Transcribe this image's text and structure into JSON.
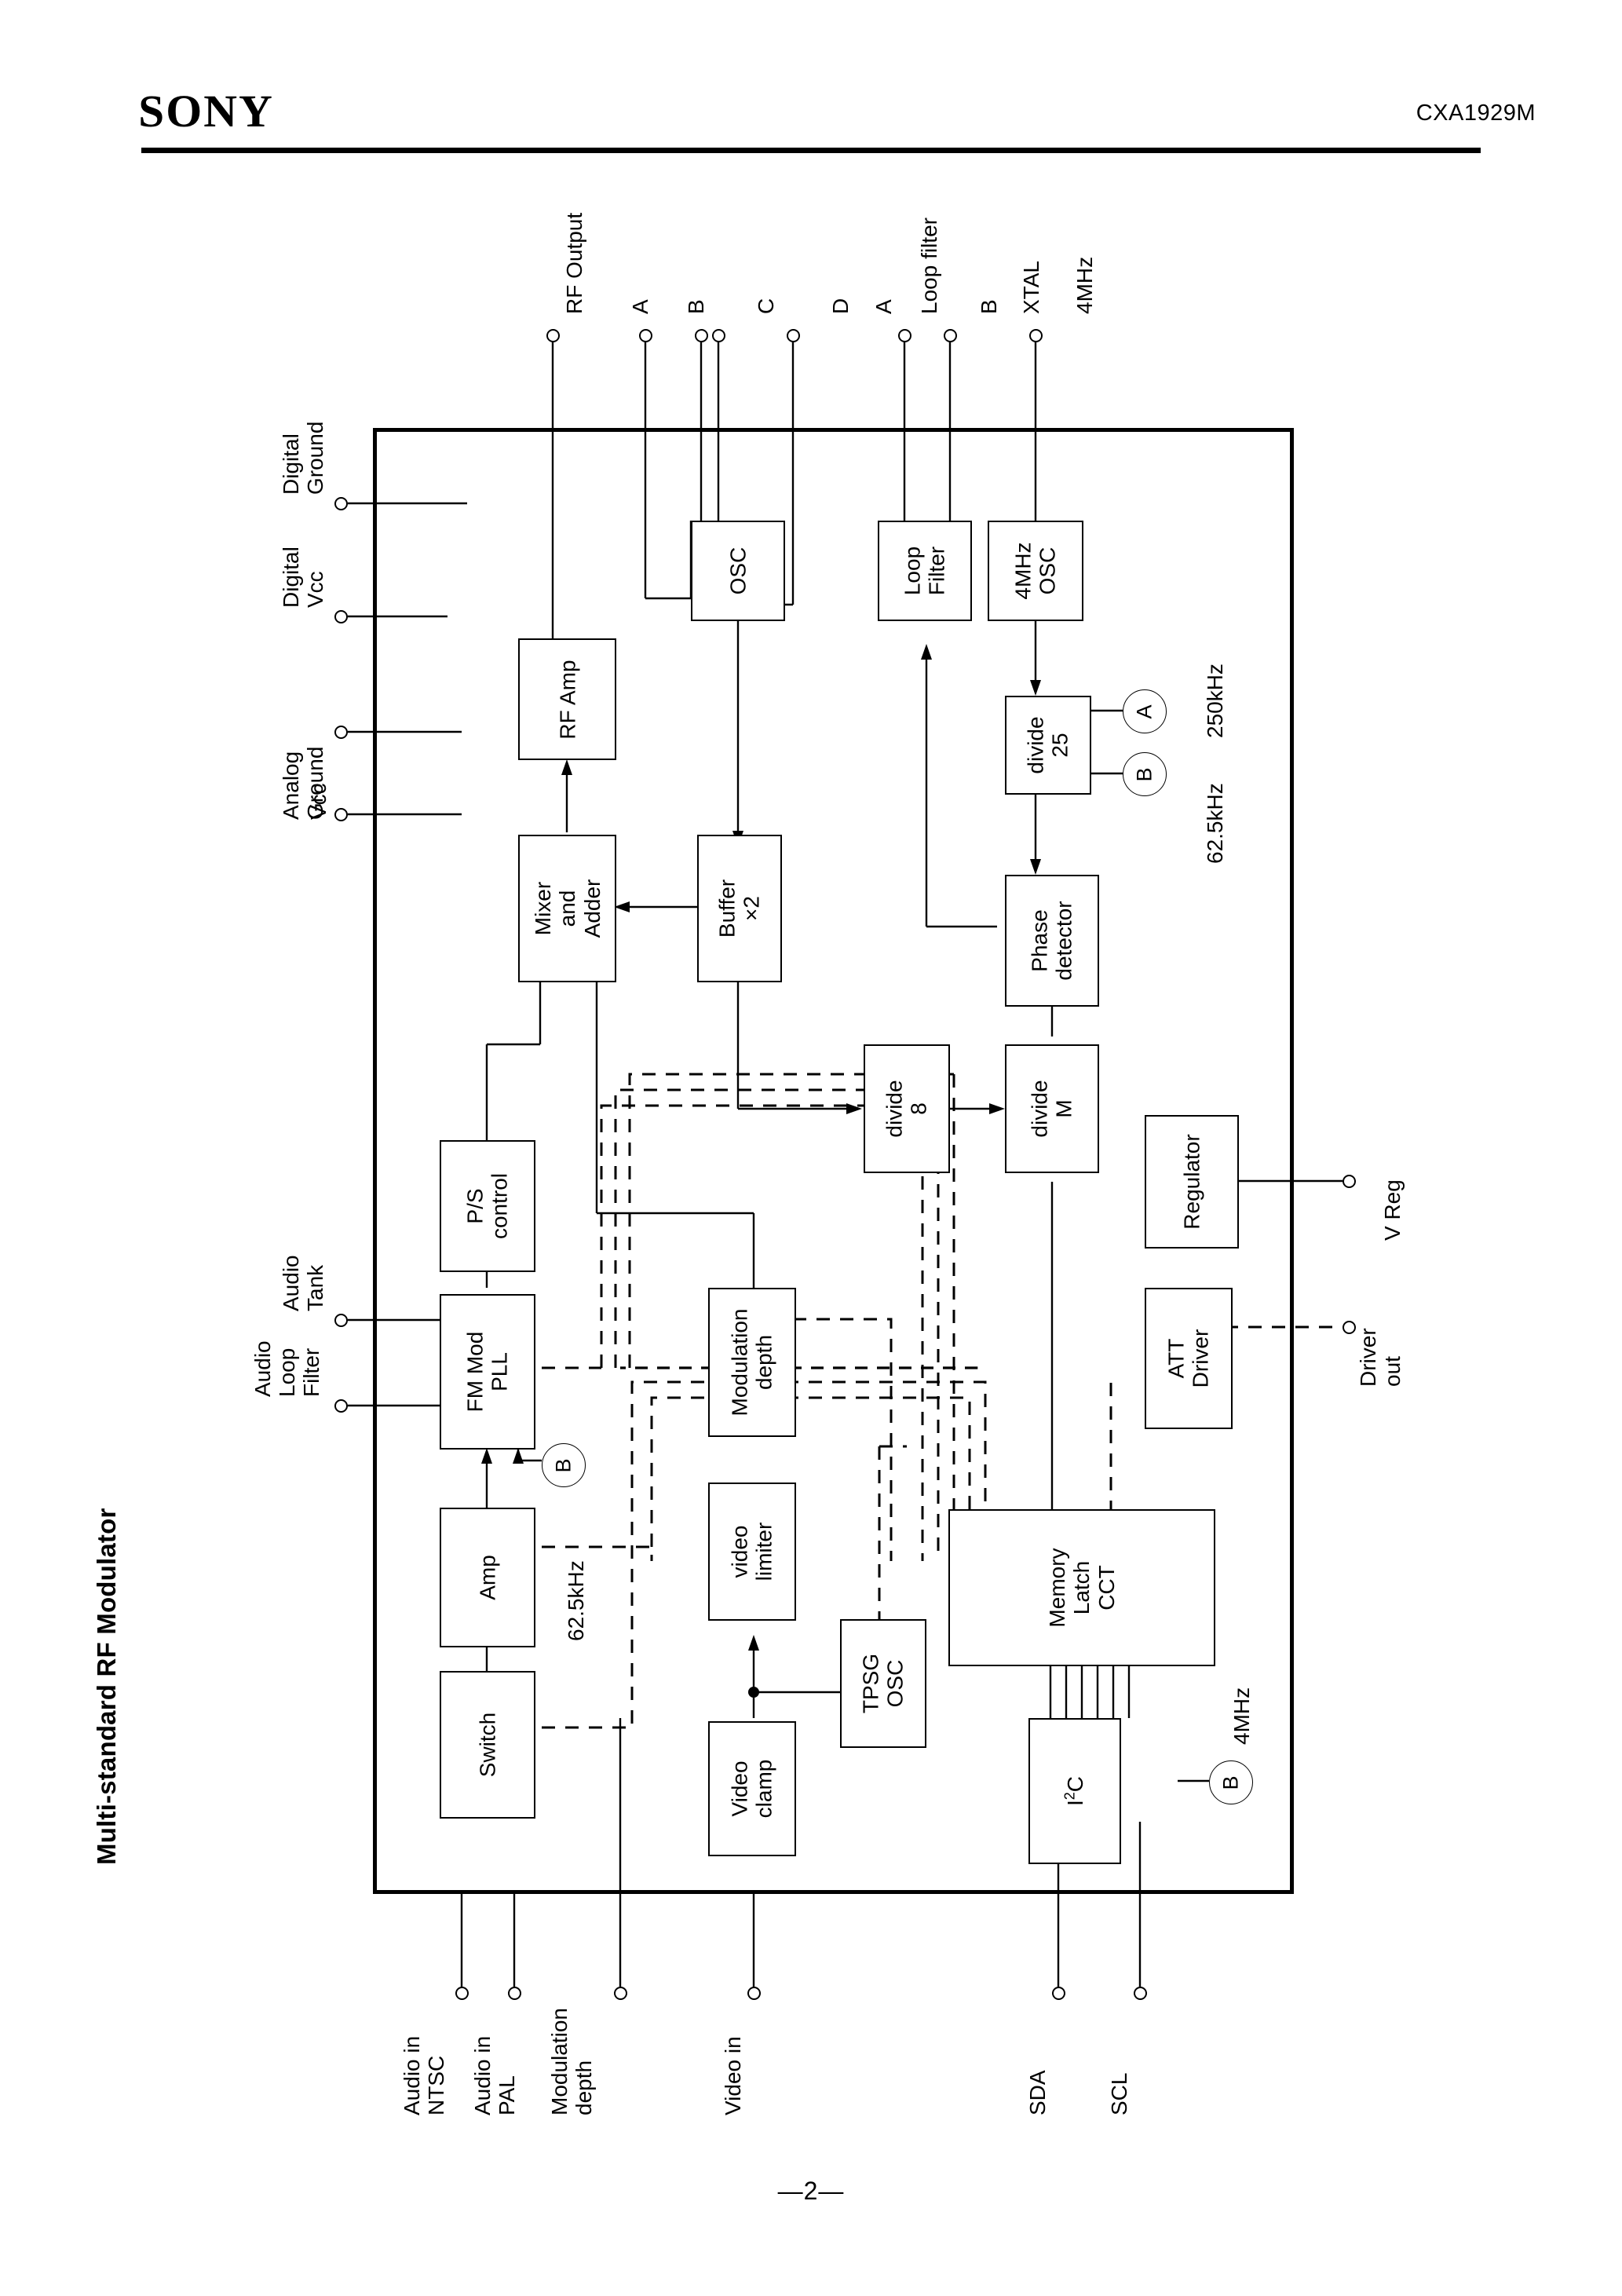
{
  "header": {
    "logo": "SONY",
    "part_number": "CXA1929M"
  },
  "footer": {
    "page": "—2—"
  },
  "page_title": "Multi-standard RF Modulator",
  "diagram": {
    "blocks": [
      {
        "id": "osc",
        "label": "OSC"
      },
      {
        "id": "loop-filter",
        "label": "Loop\nFilter"
      },
      {
        "id": "4mhz-osc",
        "label": "4MHz\nOSC"
      },
      {
        "id": "rf-amp",
        "label": "RF Amp"
      },
      {
        "id": "divide-25",
        "label": "divide\n25"
      },
      {
        "id": "mixer-adder",
        "label": "Mixer\nand\nAdder"
      },
      {
        "id": "buffer-x2",
        "label": "Buffer\n×2"
      },
      {
        "id": "phase-detector",
        "label": "Phase\ndetector"
      },
      {
        "id": "divide-8",
        "label": "divide\n8"
      },
      {
        "id": "divide-m",
        "label": "divide\nM"
      },
      {
        "id": "regulator",
        "label": "Regulator"
      },
      {
        "id": "ps-control",
        "label": "P/S\ncontrol"
      },
      {
        "id": "fm-mod-pll",
        "label": "FM Mod\nPLL"
      },
      {
        "id": "modulation-depth",
        "label": "Modulation\ndepth"
      },
      {
        "id": "att-driver",
        "label": "ATT\nDriver"
      },
      {
        "id": "amp",
        "label": "Amp"
      },
      {
        "id": "video-limiter",
        "label": "video\nlimiter"
      },
      {
        "id": "memory-latch-cct",
        "label": "Memory\nLatch\nCCT"
      },
      {
        "id": "switch",
        "label": "Switch"
      },
      {
        "id": "video-clamp",
        "label": "Video\nclamp"
      },
      {
        "id": "tpsg-osc",
        "label": "TPSG\nOSC"
      },
      {
        "id": "i2c",
        "label": "I2C"
      }
    ],
    "pins_top": [
      {
        "id": "rf-output",
        "label": "RF Output"
      },
      {
        "id": "osc-a",
        "label": "A"
      },
      {
        "id": "osc-b",
        "label": "B"
      },
      {
        "id": "osc-c",
        "label": "C"
      },
      {
        "id": "osc-d",
        "label": "D"
      },
      {
        "id": "lf-a",
        "label": "A"
      },
      {
        "id": "loop-filter-pin",
        "label": "Loop filter"
      },
      {
        "id": "lf-b",
        "label": "B"
      },
      {
        "id": "xtal",
        "label": "XTAL"
      },
      {
        "id": "xtal-4mhz",
        "label": "4MHz"
      }
    ],
    "pins_left": [
      {
        "id": "digital-ground",
        "label": "Digital\nGround"
      },
      {
        "id": "digital-vcc",
        "label": "Digital\nVcc"
      },
      {
        "id": "analog-ground",
        "label": "Analog\nGround"
      },
      {
        "id": "analog-vcc",
        "label": "Vcc"
      },
      {
        "id": "audio-tank",
        "label": "Audio\nTank"
      },
      {
        "id": "audio-loop-filter",
        "label": "Audio\nLoop\nFilter"
      }
    ],
    "pins_right": [
      {
        "id": "v-reg",
        "label": "V Reg"
      },
      {
        "id": "driver-out",
        "label": "Driver\nout"
      }
    ],
    "pins_bottom": [
      {
        "id": "audio-in-ntsc",
        "label": "Audio in\nNTSC"
      },
      {
        "id": "audio-in-pal",
        "label": "Audio in\nPAL"
      },
      {
        "id": "modulation-depth-pin",
        "label": "Modulation\ndepth"
      },
      {
        "id": "video-in",
        "label": "Video in"
      },
      {
        "id": "sda",
        "label": "SDA"
      },
      {
        "id": "scl",
        "label": "SCL"
      }
    ],
    "nodes": [
      {
        "id": "node-a-250khz",
        "letter": "A",
        "freq": "250kHz"
      },
      {
        "id": "node-b-62k5-pll",
        "letter": "B",
        "freq": "62.5kHz"
      },
      {
        "id": "node-b-62k5-fm",
        "letter": "B",
        "freq": "62.5kHz"
      },
      {
        "id": "node-b-4mhz-i2c",
        "letter": "B",
        "freq": "4MHz"
      }
    ],
    "colors": {
      "ink": "#000000",
      "paper": "#ffffff"
    }
  }
}
